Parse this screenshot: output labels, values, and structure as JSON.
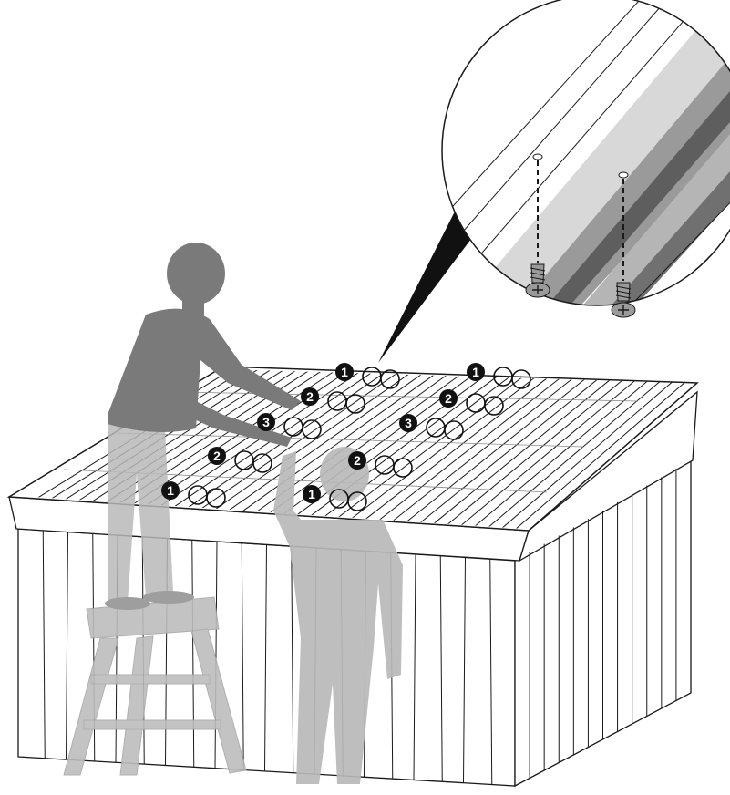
{
  "illustration": {
    "colors": {
      "line": "#1a1a1a",
      "person_front": "#7a7a7a",
      "person_ghost": "#b9b9b9",
      "ladder": "#bdbdbd",
      "badge": "#111111",
      "badge_text": "#ffffff",
      "panel_dark": "#5e5e5e",
      "panel_mid": "#9a9a9a",
      "panel_light": "#d8d8d8"
    },
    "callouts": [
      {
        "label": "1"
      },
      {
        "label": "2"
      },
      {
        "label": "3"
      },
      {
        "label": "1"
      },
      {
        "label": "2"
      },
      {
        "label": "3"
      },
      {
        "label": "2"
      },
      {
        "label": "1"
      },
      {
        "label": "2"
      },
      {
        "label": "1"
      }
    ],
    "icons": [
      "screw-icon",
      "screw-icon"
    ]
  }
}
